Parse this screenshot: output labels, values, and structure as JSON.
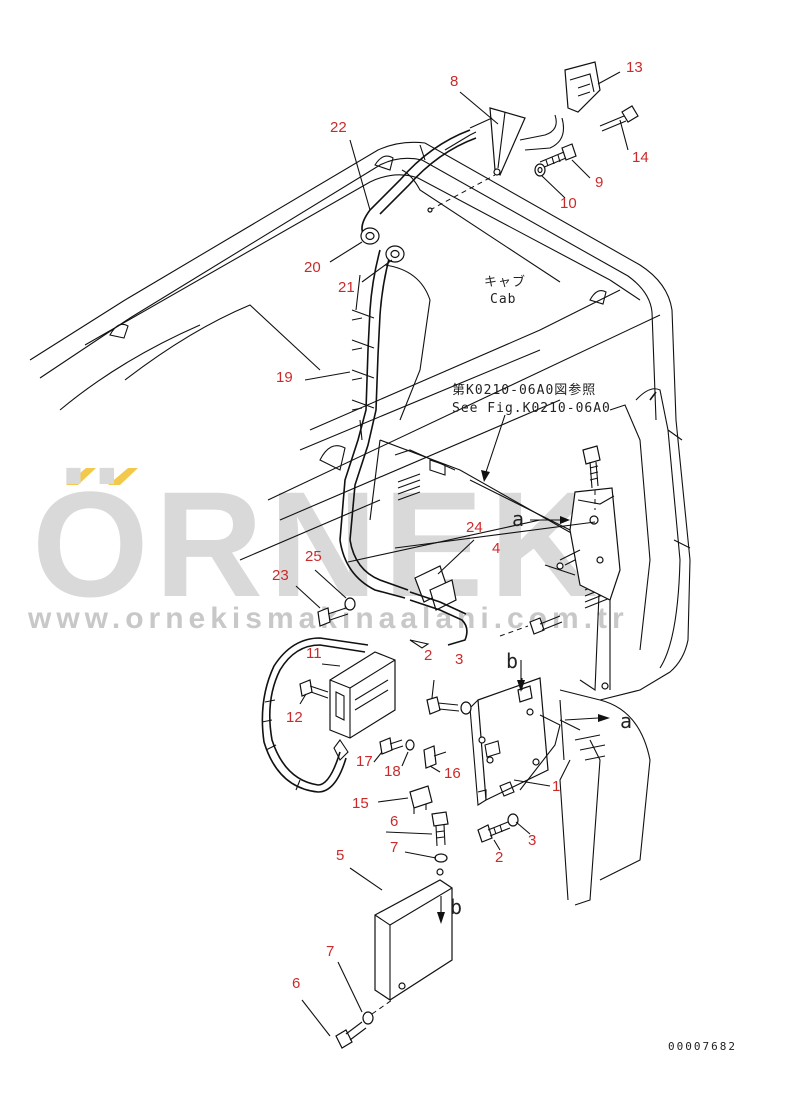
{
  "watermark": {
    "brand": "ÖRNEK",
    "url": "www.ornekismakinaalani.com.tr"
  },
  "notes": {
    "cab_jp": "キャブ",
    "cab_en": "Cab",
    "see_fig_jp": "第K0210-06A0図参照",
    "see_fig_en": "See Fig.K0210-06A0",
    "marker_a": "a",
    "marker_b": "b"
  },
  "drawing_number": "00007682",
  "callouts": {
    "c1": "1",
    "c2a": "2",
    "c2b": "2",
    "c3a": "3",
    "c3b": "3",
    "c4": "4",
    "c5": "5",
    "c6a": "6",
    "c6b": "6",
    "c7a": "7",
    "c7b": "7",
    "c8": "8",
    "c9": "9",
    "c10": "10",
    "c11": "11",
    "c12": "12",
    "c13": "13",
    "c14": "14",
    "c15": "15",
    "c16": "16",
    "c17": "17",
    "c18": "18",
    "c19": "19",
    "c20": "20",
    "c21": "21",
    "c22": "22",
    "c23": "23",
    "c24": "24",
    "c25": "25"
  },
  "colors": {
    "callout": "#cc2a2a",
    "line": "#111111",
    "watermark_gray": "#d9d9d9",
    "watermark_accent": "#f2c94c"
  }
}
